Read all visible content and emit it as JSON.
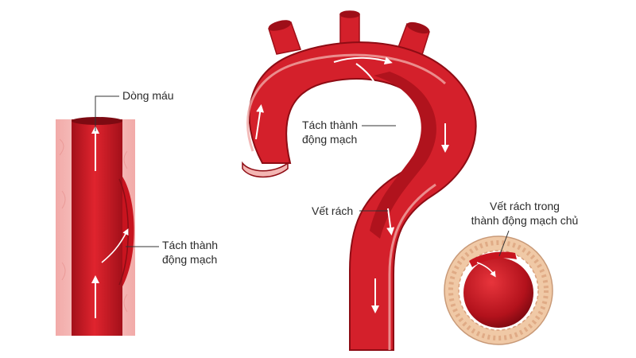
{
  "labels": {
    "blood_flow": "Dòng máu",
    "dissection_left_line1": "Tách thành",
    "dissection_left_line2": "động mạch",
    "dissection_arch_line1": "Tách thành",
    "dissection_arch_line2": "động mạch",
    "tear": "Vết rách",
    "cross_section_line1": "Vết rách trong",
    "cross_section_line2": "thành động mạch chủ"
  },
  "colors": {
    "vessel_red": "#d4202b",
    "vessel_dark": "#9e0f18",
    "wall_pink": "#f3b6b3",
    "wall_tan": "#f0c9a6",
    "leader_line": "#333333"
  }
}
